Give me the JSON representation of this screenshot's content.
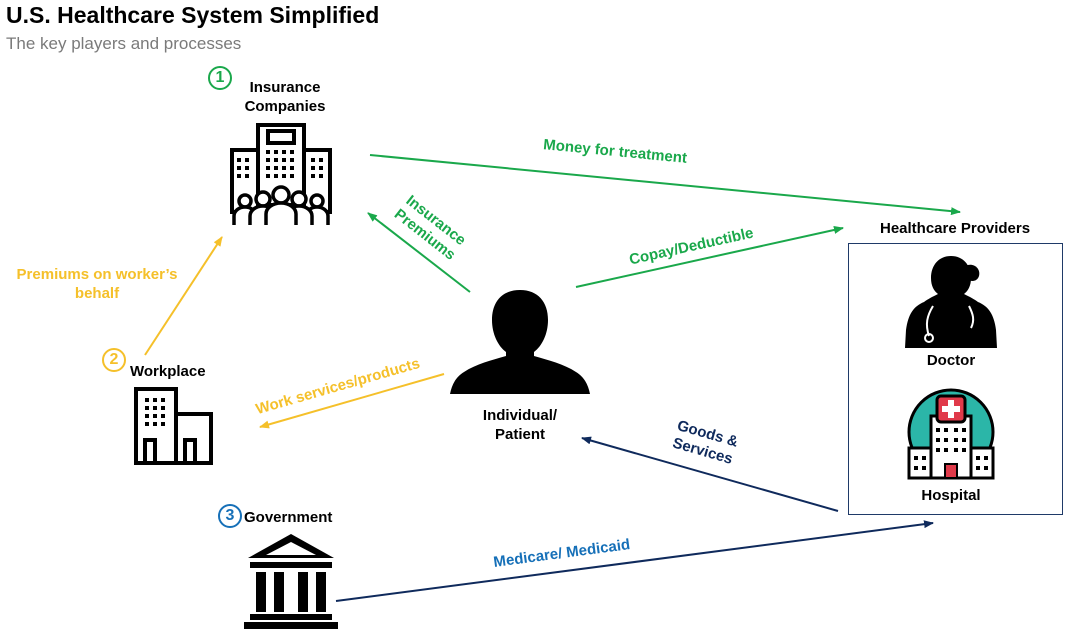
{
  "title": "U.S. Healthcare System Simplified",
  "subtitle": "The key players and processes",
  "nodes": {
    "insurance": {
      "number": "1",
      "label_line1": "Insurance",
      "label_line2": "Companies"
    },
    "workplace": {
      "number": "2",
      "label": "Workplace"
    },
    "government": {
      "number": "3",
      "label": "Government"
    },
    "individual": {
      "label_line1": "Individual/",
      "label_line2": "Patient"
    },
    "providers": {
      "label": "Healthcare Providers",
      "doctor": "Doctor",
      "hospital": "Hospital"
    }
  },
  "flows": {
    "money_for_treatment": "Money for treatment",
    "insurance_premiums_line1": "Insurance",
    "insurance_premiums_line2": "Premiums",
    "copay_deductible": "Copay/Deductible",
    "premiums_workers_line1": "Premiums on worker’s",
    "premiums_workers_line2": "behalf",
    "work_services": "Work services/products",
    "goods_services_line1": "Goods &",
    "goods_services_line2": "Services",
    "medicare_medicaid": "Medicare/ Medicaid"
  },
  "colors": {
    "green": "#1aa84b",
    "yellow": "#f5c02a",
    "navy": "#0f2a5c",
    "blue": "#1670b8",
    "hospital_teal": "#2bb6a8",
    "hospital_red": "#e03a4a"
  },
  "icons": [
    "office-building-icon",
    "workplace-building-icon",
    "government-building-icon",
    "person-silhouette-icon",
    "doctor-icon",
    "hospital-icon"
  ]
}
